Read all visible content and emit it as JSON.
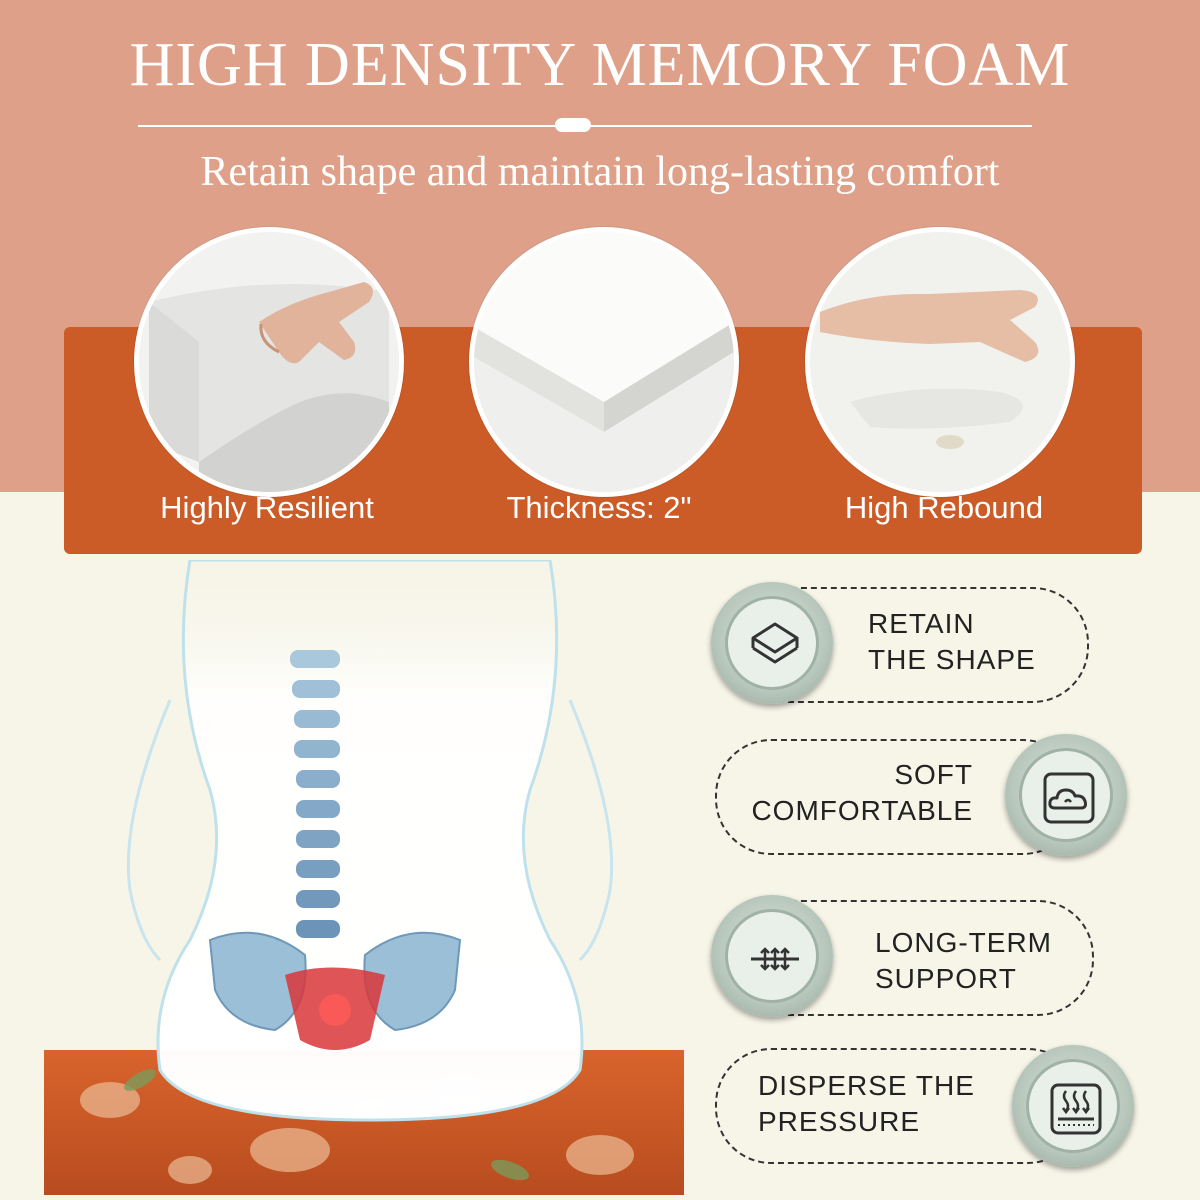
{
  "header": {
    "title": "HIGH DENSITY MEMORY FOAM",
    "subtitle": "Retain shape and maintain long-lasting comfort"
  },
  "features": [
    {
      "label": "Highly Resilient"
    },
    {
      "label": "Thickness: 2\""
    },
    {
      "label": "High Rebound"
    }
  ],
  "benefits": [
    {
      "line1": "RETAIN",
      "line2": "THE SHAPE",
      "icon": "layers-icon"
    },
    {
      "line1": "SOFT",
      "line2": "COMFORTABLE",
      "icon": "cloud-icon"
    },
    {
      "line1": "LONG-TERM",
      "line2": "SUPPORT",
      "icon": "support-arrows-icon"
    },
    {
      "line1": "DISPERSE THE",
      "line2": "PRESSURE",
      "icon": "heat-waves-icon"
    }
  ],
  "colors": {
    "top_band": "#dea088",
    "panel": "#cb5b27",
    "background": "#f7f5e8"
  }
}
